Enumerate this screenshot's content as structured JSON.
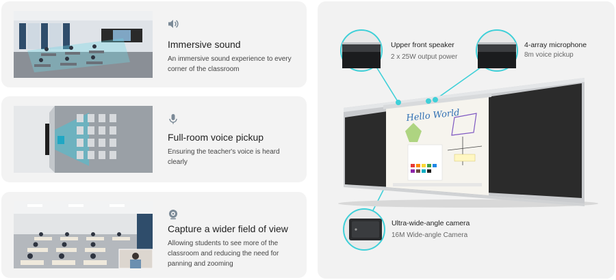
{
  "features": [
    {
      "icon": "speaker-icon",
      "title": "Immersive sound",
      "description": "An immersive sound experience to every corner of the classroom"
    },
    {
      "icon": "microphone-icon",
      "title": "Full-room voice pickup",
      "description": "Ensuring the teacher's voice is heard clearly"
    },
    {
      "icon": "webcam-icon",
      "title": "Capture a wider field of view",
      "description": "Allowing students to see more of the classroom and reducing the need for panning and zooming"
    }
  ],
  "product": {
    "callouts": [
      {
        "title": "Upper front speaker",
        "subtitle": "2 x 25W output power"
      },
      {
        "title": "4-array microphone",
        "subtitle": "8m voice pickup"
      },
      {
        "title": "Ultra-wide-angle camera",
        "subtitle": "16M Wide-angle Camera"
      }
    ],
    "screen_text": "Hello World"
  },
  "colors": {
    "accent": "#3fd0d8",
    "card_bg": "#f3f3f3",
    "panel_bg": "#f2f2f2",
    "board_dark": "#2a2a2a"
  }
}
